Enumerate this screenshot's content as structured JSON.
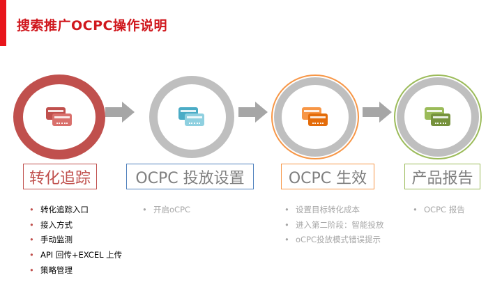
{
  "slide": {
    "title": "搜索推广OCPC操作说明",
    "accent_color": "#e8151b"
  },
  "steps": [
    {
      "label": "转化追踪",
      "icon": "credit-card-icon",
      "color": "#c0504d",
      "bullets": [
        "转化追踪入口",
        "接入方式",
        "手动监测",
        "API 回传+EXCEL 上传",
        "策略管理"
      ]
    },
    {
      "label": "OCPC 投放设置",
      "icon": "credit-card-icon",
      "color": "#4bacc6",
      "bullets": [
        "开启oCPC"
      ]
    },
    {
      "label": "OCPC 生效",
      "icon": "credit-card-icon",
      "color": "#f79646",
      "bullets": [
        "设置目标转化成本",
        "进入第二阶段：智能投放",
        "oCPC投放模式错误提示"
      ]
    },
    {
      "label": "产品报告",
      "icon": "credit-card-icon",
      "color": "#9bbb59",
      "bullets": [
        "OCPC 报告"
      ]
    }
  ],
  "arrow_icon": "right-arrow-icon"
}
